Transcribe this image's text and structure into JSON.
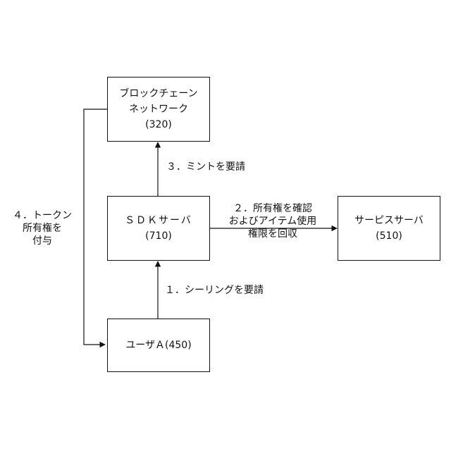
{
  "nodes": {
    "blockchain": {
      "name_line1": "ブロックチェーン",
      "name_line2": "ネットワーク",
      "id": "(320)"
    },
    "sdk": {
      "name": "ＳＤＫサーバ",
      "id": "(710)"
    },
    "service": {
      "name": "サーピスサーバ",
      "id": "(510)"
    },
    "user": {
      "name": "ユーザＡ(450)"
    }
  },
  "edges": {
    "step1": "１．シーリングを要請",
    "step2_line1": "２．所有権を確認",
    "step2_line2": "およびアイテム使用",
    "step2_line3": "権限を回収",
    "step3": "３．ミントを要請",
    "step4_line1": "４．トークン",
    "step4_line2": "所有権を",
    "step4_line3": "付与"
  }
}
